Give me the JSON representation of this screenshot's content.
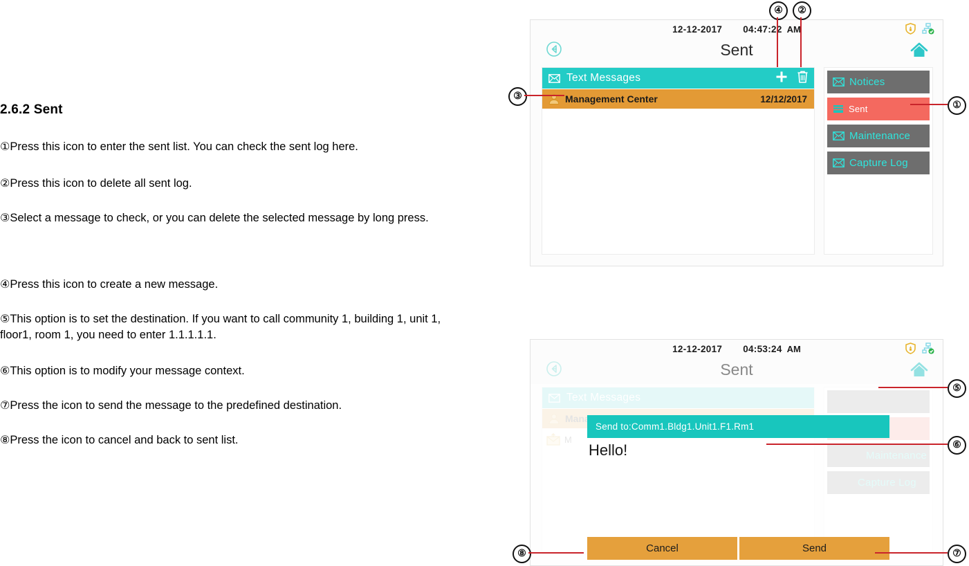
{
  "document": {
    "heading": "2.6.2 Sent",
    "paragraphs": [
      {
        "marker": "①",
        "text": "Press this icon to enter the sent list. You can check the sent log here."
      },
      {
        "marker": "②",
        "text": "Press this icon to delete all sent log."
      },
      {
        "marker": "③",
        "text": "Select a message to check, or you can delete the selected message by long press."
      },
      {
        "marker": "④",
        "text": "Press this icon to create a new message."
      },
      {
        "marker": "⑤",
        "text": "This option is to set the destination. If you want to call community 1, building 1, unit 1, floor1, room 1, you need to enter 1.1.1.1.1."
      },
      {
        "marker": "⑥",
        "text": "This option is to modify your message context."
      },
      {
        "marker": "⑦",
        "text": "Press the icon to send the message to the predefined destination."
      },
      {
        "marker": "⑧",
        "text": "Press the icon to cancel and back to sent list."
      }
    ]
  },
  "device_top": {
    "status": {
      "date": "12-12-2017",
      "time": "04:47:22",
      "ampm": "AM"
    },
    "title": "Sent",
    "list_header": "Text Messages",
    "message_row": {
      "name": "Management Center",
      "date": "12/12/2017"
    },
    "side_menu": [
      {
        "label": "Notices",
        "active": false
      },
      {
        "label": "Sent",
        "active": true
      },
      {
        "label": "Maintenance",
        "active": false
      },
      {
        "label": "Capture Log",
        "active": false
      }
    ]
  },
  "device_bottom": {
    "status": {
      "date": "12-12-2017",
      "time": "04:53:24",
      "ampm": "AM"
    },
    "title": "Sent",
    "destination": "Send to:Comm1.Bldg1.Unit1.F1.Rm1",
    "message_body": "Hello!",
    "cancel_label": "Cancel",
    "send_label": "Send"
  },
  "callouts": [
    {
      "id": "1",
      "glyph": "①"
    },
    {
      "id": "2",
      "glyph": "②"
    },
    {
      "id": "3",
      "glyph": "③"
    },
    {
      "id": "4",
      "glyph": "④"
    },
    {
      "id": "5",
      "glyph": "⑤"
    },
    {
      "id": "6",
      "glyph": "⑥"
    },
    {
      "id": "7",
      "glyph": "⑦"
    },
    {
      "id": "8",
      "glyph": "⑧"
    }
  ],
  "colors": {
    "teal": "#23ccc6",
    "orange": "#e39a35",
    "active_red": "#f4695f",
    "menu_gray": "#6e6e6e",
    "cyan_text": "#2ee6dd",
    "lead_line": "#c9242b"
  }
}
